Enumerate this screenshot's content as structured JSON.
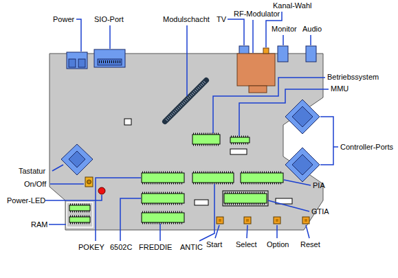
{
  "diagram": {
    "labels": [
      "Power",
      "SIO-Port",
      "Modulschacht",
      "TV",
      "RF-Modulator",
      "Kanal-Wahl",
      "Monitor",
      "Audio",
      "Betriebssystem",
      "MMU",
      "Controller-Ports",
      "Tastatur",
      "On/Off",
      "Power-LED",
      "PIA",
      "GTIA",
      "RAM",
      "POKEY",
      "6502C",
      "FREDDIE",
      "ANTIC",
      "Start",
      "Select",
      "Option",
      "Reset"
    ]
  }
}
